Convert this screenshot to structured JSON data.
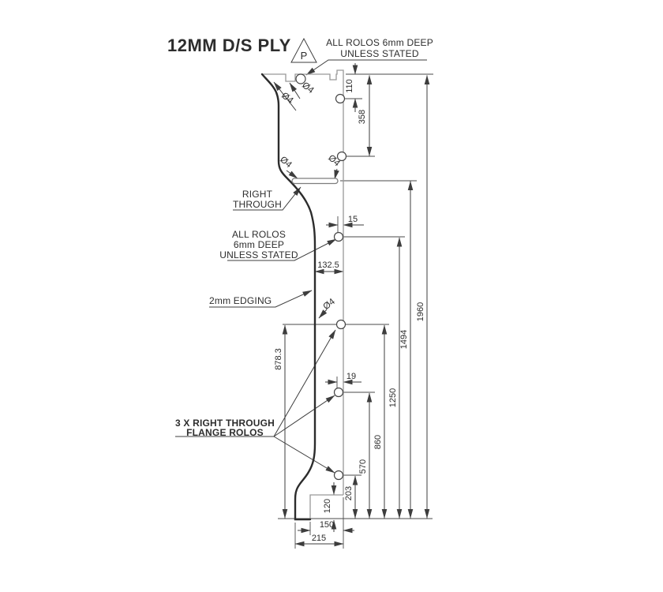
{
  "drawing": {
    "title": "12MM D/S PLY",
    "stamp_label": "P",
    "notes": {
      "top": [
        "ALL ROLOS 6mm DEEP",
        "UNLESS STATED"
      ],
      "right_through": [
        "RIGHT",
        "THROUGH"
      ],
      "rolos_mid": [
        "ALL ROLOS",
        "6mm DEEP",
        "UNLESS STATED"
      ],
      "edging": "2mm EDGING",
      "flange": [
        "3 X RIGHT THROUGH",
        "FLANGE ROLOS"
      ],
      "hole_diameter": "Ø4"
    },
    "dims": {
      "v110": "110",
      "v358": "358",
      "v878": "878.3",
      "v203": "203",
      "v570": "570",
      "v860": "860",
      "v1250": "1250",
      "v1494": "1494",
      "v1960": "1960",
      "v120": "120",
      "h15": "15",
      "h19": "19",
      "h1325": "132.5",
      "h150": "150",
      "h215": "215"
    },
    "colors": {
      "line": "#3d3d3d",
      "edge_dark": "#2c2c2c",
      "edge_light": "#999999",
      "text": "#2d2d2d",
      "background": "#ffffff"
    }
  }
}
